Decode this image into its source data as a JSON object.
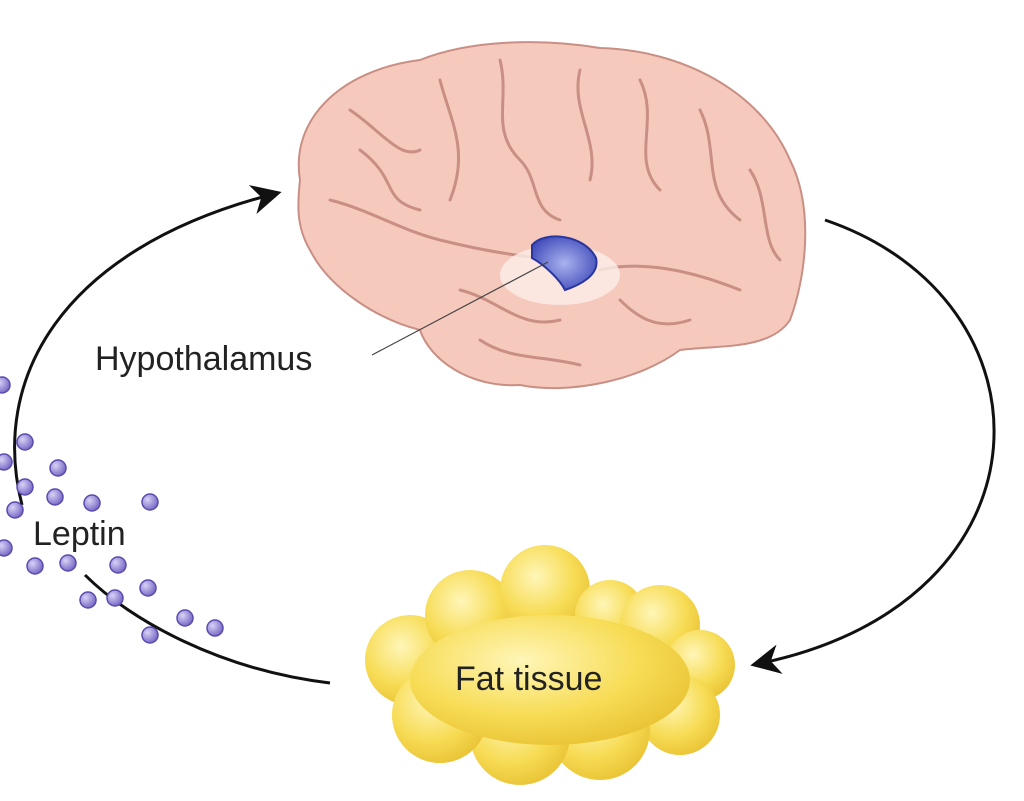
{
  "labels": {
    "hypothalamus": "Hypothalamus",
    "leptin": "Leptin",
    "fat_tissue": "Fat tissue"
  },
  "colors": {
    "brain": "#f6c9bd",
    "brain_sulci": "#c98f84",
    "hypothalamus": "#4a57c4",
    "fat": "#f5d54a",
    "leptin": "#8a7fd0",
    "arrow": "#111111"
  }
}
